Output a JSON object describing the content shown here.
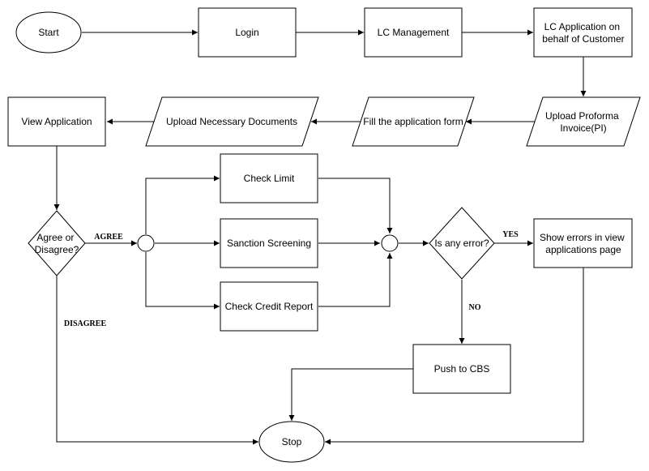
{
  "nodes": {
    "start": "Start",
    "login": "Login",
    "lc_management": "LC Management",
    "lc_application": [
      "LC Application on",
      "behalf of Customer"
    ],
    "upload_proforma": [
      "Upload Proforma",
      "Invoice(PI)"
    ],
    "fill_form": "Fill the application form",
    "upload_docs": "Upload Necessary Documents",
    "view_application": "View Application",
    "agree_decision": [
      "Agree or",
      "Disagree?"
    ],
    "check_limit": "Check Limit",
    "sanction_screening": "Sanction Screening",
    "check_credit": "Check Credit Report",
    "error_decision": "Is any error?",
    "show_errors": [
      "Show errors in view",
      "applications page"
    ],
    "push_cbs": "Push to CBS",
    "stop": "Stop"
  },
  "edge_labels": {
    "agree": "AGREE",
    "disagree": "DISAGREE",
    "yes": "YES",
    "no": "NO"
  }
}
